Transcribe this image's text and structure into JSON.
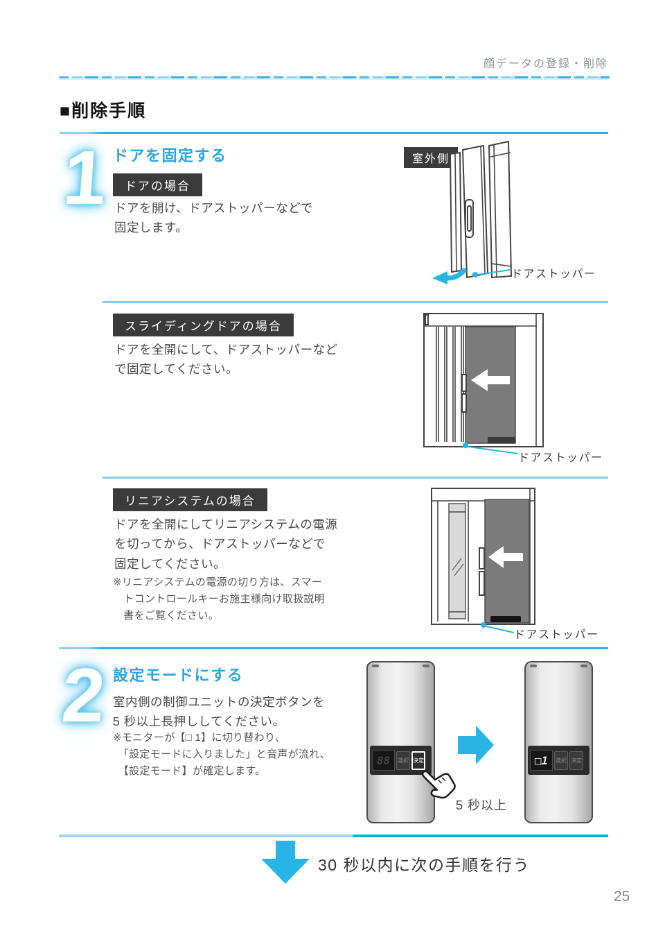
{
  "header": {
    "title": "顔データの登録・削除"
  },
  "section": {
    "title": "■削除手順"
  },
  "step1": {
    "number": "1",
    "title": "ドアを固定する",
    "door_case": {
      "badge": "ドアの場合",
      "body": "ドアを開け、ドアストッパーなどで\n固定します。",
      "outdoor_label": "室外側",
      "stopper_label": "ドアストッパー"
    },
    "sliding_case": {
      "badge": "スライディングドアの場合",
      "body": "ドアを全開にして、ドアストッパーなど\nで固定してください。",
      "stopper_label": "ドアストッパー"
    },
    "linear_case": {
      "badge": "リニアシステムの場合",
      "body": "ドアを全開にしてリニアシステムの電源\nを切ってから、ドアストッパーなどで\n固定してください。",
      "note": "※リニアシステムの電源の切り方は、スマー\n　トコントロールキーお施主様向け取扱説明\n　書をご覧ください。",
      "stopper_label": "ドアストッパー"
    }
  },
  "step2": {
    "number": "2",
    "title": "設定モードにする",
    "body": "室内側の制御ユニットの決定ボタンを\n5 秒以上長押ししてください。",
    "note": "※モニターが【□ 1】に切り替わり、\n　「設定モードに入りました」と音声が流れ、\n　【設定モード】が確定します。",
    "duration_label": "5 秒以上",
    "unit_before": {
      "display": "88",
      "select_button": "選択",
      "confirm_button": "決定"
    },
    "unit_after": {
      "display": "□1",
      "select_button": "選択",
      "confirm_button": "決定"
    }
  },
  "footer": {
    "next_step_text": "30 秒以内に次の手順を行う",
    "page_number": "25"
  },
  "colors": {
    "accent_blue": "#29b1e2",
    "light_blue": "#86cce8",
    "badge_bg": "#3b3b3b",
    "body_text": "#4a4a4a",
    "door_panel_gray": "#7b7b7b"
  }
}
